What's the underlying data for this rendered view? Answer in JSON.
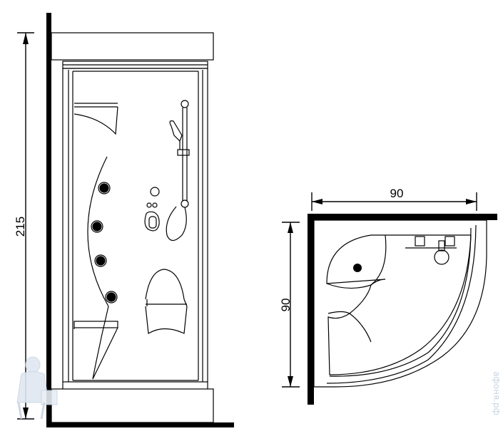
{
  "front_view": {
    "height_label": "215"
  },
  "top_view": {
    "width_label": "90",
    "depth_label": "90"
  },
  "watermark": {
    "site_text": "афоня.рф"
  },
  "colors": {
    "line": "#000000",
    "wall": "#000000",
    "background": "#ffffff",
    "watermark": "#c9d4e2"
  }
}
